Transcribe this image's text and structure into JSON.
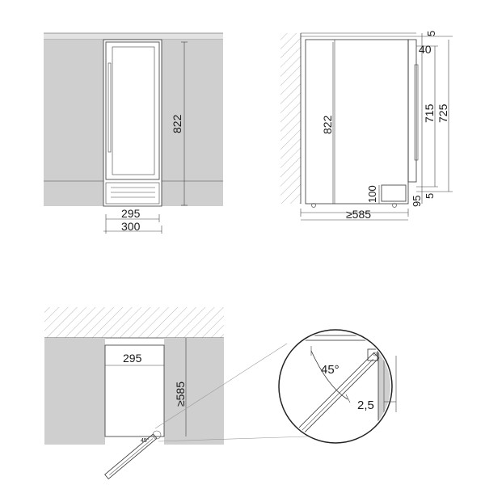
{
  "front_view": {
    "height_label": "822",
    "inner_width_label": "295",
    "outer_width_label": "300"
  },
  "side_view": {
    "height_label": "822",
    "top_gap_label": "5",
    "top_offset_label": "40",
    "inner_height_label": "715",
    "outer_height_label": "725",
    "plinth_height_label": "100",
    "foot_label": "95",
    "bottom_gap_label": "5",
    "depth_label": "≥585"
  },
  "plan_view": {
    "width_label": "295",
    "depth_label": "≥585",
    "angle_small_label": "45°"
  },
  "detail_view": {
    "angle_label": "45°",
    "offset_label": "2,5"
  },
  "colors": {
    "wall_fill": "#cfcfcf",
    "line": "#333333"
  }
}
